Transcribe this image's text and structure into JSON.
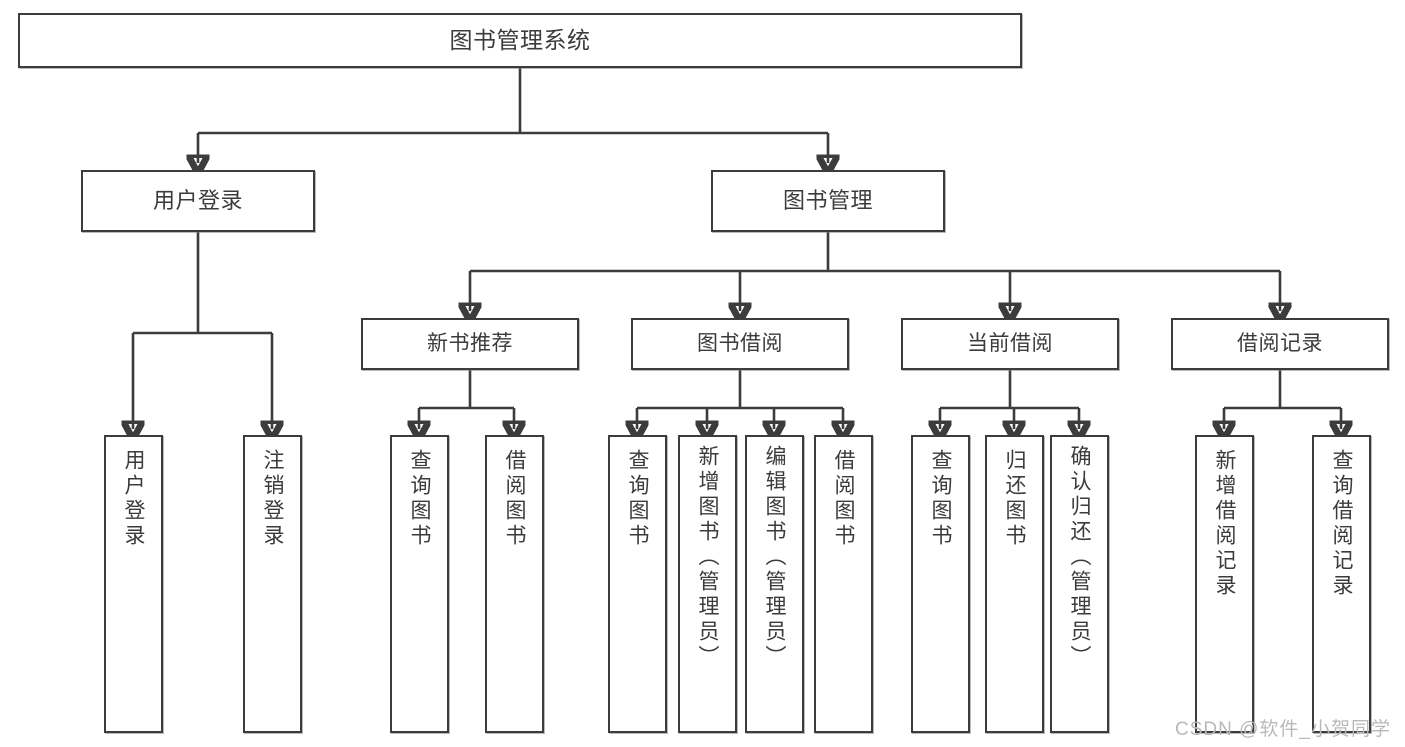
{
  "diagram": {
    "title": "图书管理系统",
    "type": "tree",
    "root": {
      "label": "图书管理系统"
    },
    "level2": [
      {
        "id": "user-login",
        "label": "用户登录"
      },
      {
        "id": "book-management",
        "label": "图书管理"
      }
    ],
    "level3": [
      {
        "id": "new-book-recommend",
        "label": "新书推荐",
        "parent": "book-management"
      },
      {
        "id": "book-borrow",
        "label": "图书借阅",
        "parent": "book-management"
      },
      {
        "id": "current-borrow",
        "label": "当前借阅",
        "parent": "book-management"
      },
      {
        "id": "borrow-records",
        "label": "借阅记录",
        "parent": "book-management"
      }
    ],
    "leaves": [
      {
        "id": "leaf-user-login",
        "label": "用户登录",
        "parent": "user-login"
      },
      {
        "id": "leaf-logout-login",
        "label": "注销登录",
        "parent": "user-login"
      },
      {
        "id": "leaf-query-book-1",
        "label": "查询图书",
        "parent": "new-book-recommend"
      },
      {
        "id": "leaf-borrow-book-1",
        "label": "借阅图书",
        "parent": "new-book-recommend"
      },
      {
        "id": "leaf-query-book-2",
        "label": "查询图书",
        "parent": "book-borrow"
      },
      {
        "id": "leaf-add-book-admin",
        "label": "新增图书（管理员）",
        "parent": "book-borrow"
      },
      {
        "id": "leaf-edit-book-admin",
        "label": "编辑图书（管理员）",
        "parent": "book-borrow"
      },
      {
        "id": "leaf-borrow-book-2",
        "label": "借阅图书",
        "parent": "book-borrow"
      },
      {
        "id": "leaf-query-book-3",
        "label": "查询图书",
        "parent": "current-borrow"
      },
      {
        "id": "leaf-return-book",
        "label": "归还图书",
        "parent": "current-borrow"
      },
      {
        "id": "leaf-confirm-return",
        "label": "确认归还（管理员）",
        "parent": "current-borrow"
      },
      {
        "id": "leaf-add-record",
        "label": "新增借阅记录",
        "parent": "borrow-records"
      },
      {
        "id": "leaf-query-record",
        "label": "查询借阅记录",
        "parent": "borrow-records"
      }
    ],
    "watermark": "CSDN @软件_小贺同学",
    "colors": {
      "stroke": "#3c3c3c",
      "background": "#ffffff",
      "text": "#3b3b3b",
      "watermark": "#b9b9b9"
    }
  }
}
